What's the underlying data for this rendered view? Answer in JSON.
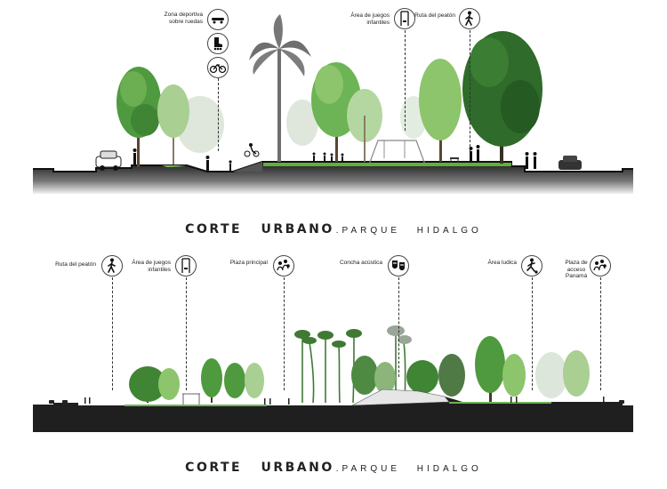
{
  "sections": [
    {
      "title_main": "CORTE URBANO",
      "title_sub": ".PARQUE HIDALGO",
      "callouts": [
        {
          "label": "Zona deportiva sobre ruedas",
          "icons": [
            "skateboard-icon",
            "rollerblade-icon",
            "bicycle-icon"
          ]
        },
        {
          "label": "Área de juegos infantiles",
          "icons": [
            "swing-icon"
          ]
        },
        {
          "label": "Ruta del peatón",
          "icons": [
            "pedestrian-icon"
          ]
        }
      ]
    },
    {
      "title_main": "CORTE URBANO",
      "title_sub": ".PARQUE HIDALGO",
      "callouts": [
        {
          "label": "Ruta del peatón",
          "icons": [
            "pedestrian-icon"
          ]
        },
        {
          "label": "Área de juegos infantiles",
          "icons": [
            "swing-icon"
          ]
        },
        {
          "label": "Plaza principal",
          "icons": [
            "crowd-icon"
          ]
        },
        {
          "label": "Concha acústica",
          "icons": [
            "theater-masks-icon"
          ]
        },
        {
          "label": "Área ludica",
          "icons": [
            "soccer-player-icon"
          ]
        },
        {
          "label": "Plaza de acceso Panamá",
          "icons": [
            "crowd-icon"
          ]
        }
      ]
    }
  ],
  "colors": {
    "ground": "#1f1f1f",
    "lawn": "#5fb03a",
    "tree_dark": "#2f6b2a",
    "tree_mid": "#4f9a3f",
    "tree_light": "#8cc56b",
    "tree_faded": "#d6e3d1",
    "palm_grey": "#6f6f6f"
  }
}
